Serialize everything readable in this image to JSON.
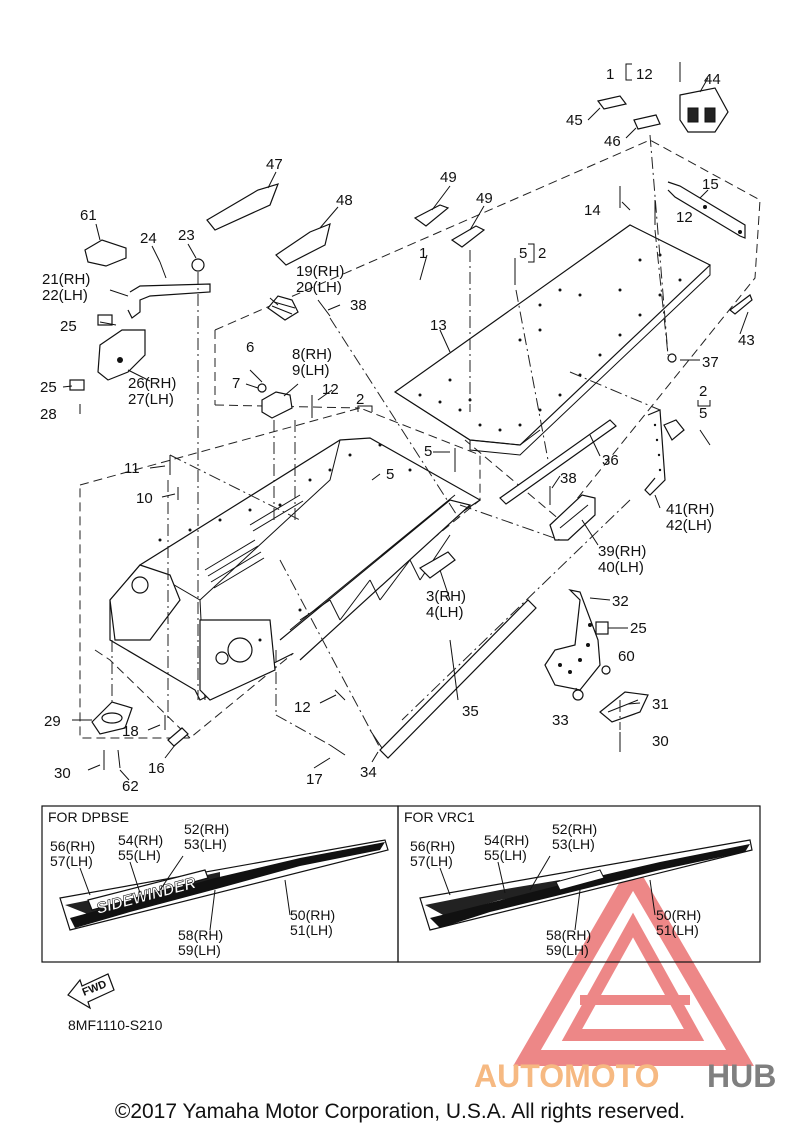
{
  "diagram_code": "8MF1110-S210",
  "copyright": "©2017 Yamaha Motor Corporation, U.S.A. All rights reserved.",
  "watermark": {
    "part1": "AUTOMOTO",
    "part2": "HUB",
    "colors": {
      "primary": "#f4a259",
      "secondary": "#e03b3b",
      "dark": "#555555"
    }
  },
  "fwd_label": "FWD",
  "inset_boxes": [
    {
      "title": "FOR DPBSE",
      "decal_text": "SIDEWINDER"
    },
    {
      "title": "FOR VRC1",
      "decal_text": ""
    }
  ],
  "callouts": [
    {
      "key": "c1",
      "text": "1"
    },
    {
      "key": "c12a",
      "text": "12"
    },
    {
      "key": "c44",
      "text": "44"
    },
    {
      "key": "c45",
      "text": "45"
    },
    {
      "key": "c46",
      "text": "46"
    },
    {
      "key": "c47",
      "text": "47"
    },
    {
      "key": "c48",
      "text": "48"
    },
    {
      "key": "c49a",
      "text": "49"
    },
    {
      "key": "c49b",
      "text": "49"
    },
    {
      "key": "c61",
      "text": "61"
    },
    {
      "key": "c24",
      "text": "24"
    },
    {
      "key": "c23",
      "text": "23"
    },
    {
      "key": "c15",
      "text": "15"
    },
    {
      "key": "c14",
      "text": "14"
    },
    {
      "key": "c12b",
      "text": "12"
    },
    {
      "key": "c1b",
      "text": "1"
    },
    {
      "key": "c5a",
      "text": "5"
    },
    {
      "key": "c2a",
      "text": "2"
    },
    {
      "key": "c19",
      "text": "19(RH)"
    },
    {
      "key": "c20",
      "text": "20(LH)"
    },
    {
      "key": "c21",
      "text": "21(RH)"
    },
    {
      "key": "c22",
      "text": "22(LH)"
    },
    {
      "key": "c38a",
      "text": "38"
    },
    {
      "key": "c43",
      "text": "43"
    },
    {
      "key": "c13",
      "text": "13"
    },
    {
      "key": "c25a",
      "text": "25"
    },
    {
      "key": "c6",
      "text": "6"
    },
    {
      "key": "c8",
      "text": "8(RH)"
    },
    {
      "key": "c9",
      "text": "9(LH)"
    },
    {
      "key": "c37",
      "text": "37"
    },
    {
      "key": "c26",
      "text": "26(RH)"
    },
    {
      "key": "c27",
      "text": "27(LH)"
    },
    {
      "key": "c7",
      "text": "7"
    },
    {
      "key": "c25b",
      "text": "25"
    },
    {
      "key": "c28",
      "text": "28"
    },
    {
      "key": "c12c",
      "text": "12"
    },
    {
      "key": "c2b",
      "text": "2"
    },
    {
      "key": "c2c",
      "text": "2"
    },
    {
      "key": "c5b",
      "text": "5"
    },
    {
      "key": "c5c",
      "text": "5"
    },
    {
      "key": "c11",
      "text": "11"
    },
    {
      "key": "c36",
      "text": "36"
    },
    {
      "key": "c5d",
      "text": "5"
    },
    {
      "key": "c10",
      "text": "10"
    },
    {
      "key": "c38b",
      "text": "38"
    },
    {
      "key": "c41",
      "text": "41(RH)"
    },
    {
      "key": "c42",
      "text": "42(LH)"
    },
    {
      "key": "c39",
      "text": "39(RH)"
    },
    {
      "key": "c40",
      "text": "40(LH)"
    },
    {
      "key": "c3",
      "text": "3(RH)"
    },
    {
      "key": "c4",
      "text": "4(LH)"
    },
    {
      "key": "c32",
      "text": "32"
    },
    {
      "key": "c25c",
      "text": "25"
    },
    {
      "key": "c60",
      "text": "60"
    },
    {
      "key": "c31",
      "text": "31"
    },
    {
      "key": "c33",
      "text": "33"
    },
    {
      "key": "c30a",
      "text": "30"
    },
    {
      "key": "c35",
      "text": "35"
    },
    {
      "key": "c12d",
      "text": "12"
    },
    {
      "key": "c29",
      "text": "29"
    },
    {
      "key": "c18",
      "text": "18"
    },
    {
      "key": "c16",
      "text": "16"
    },
    {
      "key": "c30b",
      "text": "30"
    },
    {
      "key": "c62",
      "text": "62"
    },
    {
      "key": "c17",
      "text": "17"
    },
    {
      "key": "c34",
      "text": "34"
    },
    {
      "key": "d56",
      "text": "56(RH)"
    },
    {
      "key": "d57",
      "text": "57(LH)"
    },
    {
      "key": "d54",
      "text": "54(RH)"
    },
    {
      "key": "d55",
      "text": "55(LH)"
    },
    {
      "key": "d52",
      "text": "52(RH)"
    },
    {
      "key": "d53",
      "text": "53(LH)"
    },
    {
      "key": "d50",
      "text": "50(RH)"
    },
    {
      "key": "d51",
      "text": "51(LH)"
    },
    {
      "key": "d58",
      "text": "58(RH)"
    },
    {
      "key": "d59",
      "text": "59(LH)"
    },
    {
      "key": "v56",
      "text": "56(RH)"
    },
    {
      "key": "v57",
      "text": "57(LH)"
    },
    {
      "key": "v54",
      "text": "54(RH)"
    },
    {
      "key": "v55",
      "text": "55(LH)"
    },
    {
      "key": "v52",
      "text": "52(RH)"
    },
    {
      "key": "v53",
      "text": "53(LH)"
    },
    {
      "key": "v50",
      "text": "50(RH)"
    },
    {
      "key": "v51",
      "text": "51(LH)"
    },
    {
      "key": "v58",
      "text": "58(RH)"
    },
    {
      "key": "v59",
      "text": "59(LH)"
    }
  ]
}
